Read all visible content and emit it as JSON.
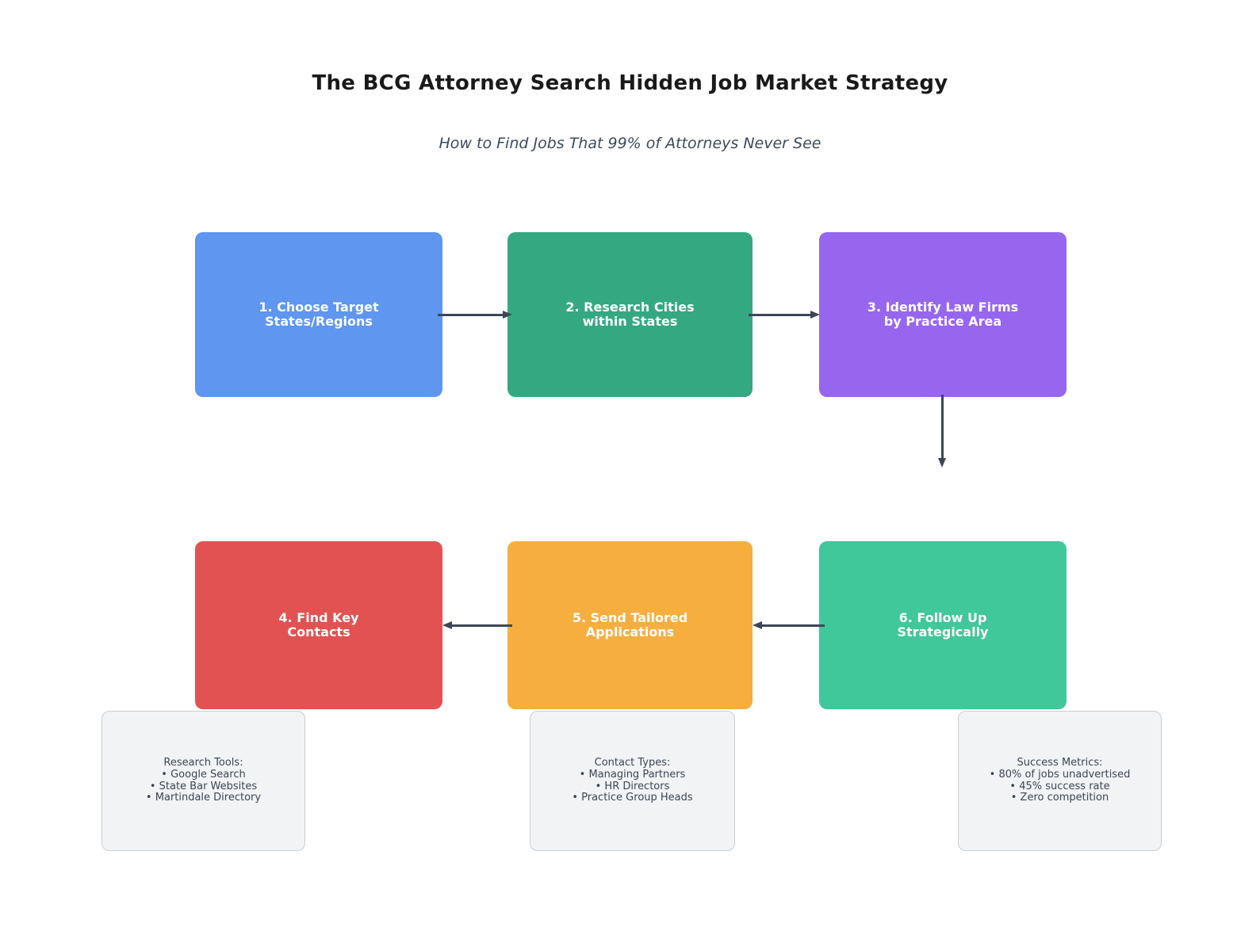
{
  "header": {
    "title": "The BCG Attorney Search Hidden Job Market Strategy",
    "subtitle": "How to Find Jobs That 99% of Attorneys Never See"
  },
  "steps": [
    {
      "line1": "1. Choose Target",
      "line2": "States/Regions",
      "color": "#5e96f0"
    },
    {
      "line1": "2. Research Cities",
      "line2": "within States",
      "color": "#34a981"
    },
    {
      "line1": "3. Identify Law Firms",
      "line2": "by Practice Area",
      "color": "#9766ee"
    },
    {
      "line1": "4. Find Key",
      "line2": "Contacts",
      "color": "#e25252"
    },
    {
      "line1": "5. Send Tailored",
      "line2": "Applications",
      "color": "#f6ae3f"
    },
    {
      "line1": "6. Follow Up",
      "line2": "Strategically",
      "color": "#40c79a"
    }
  ],
  "connections": [
    "step1-to-step2",
    "step2-to-step3",
    "step3-to-step6",
    "step6-to-step5",
    "step5-to-step4"
  ],
  "notes": [
    {
      "heading": "Research Tools:",
      "items": [
        "• Google Search",
        "• State Bar Websites",
        "• Martindale Directory"
      ]
    },
    {
      "heading": "Contact Types:",
      "items": [
        "• Managing Partners",
        "• HR Directors",
        "• Practice Group Heads"
      ]
    },
    {
      "heading": "Success Metrics:",
      "items": [
        "• 80% of jobs unadvertised",
        "• 45% success rate",
        "• Zero competition"
      ]
    }
  ],
  "colors": {
    "background": "#ffffff",
    "arrow": "#3d4655",
    "step_text": "#ffffff",
    "title_text": "#1a1a1a",
    "subtitle_text": "#3d4a5c",
    "card_bg": "#f2f3f5",
    "card_border": "#c9ced4",
    "card_text": "#3a4556"
  }
}
